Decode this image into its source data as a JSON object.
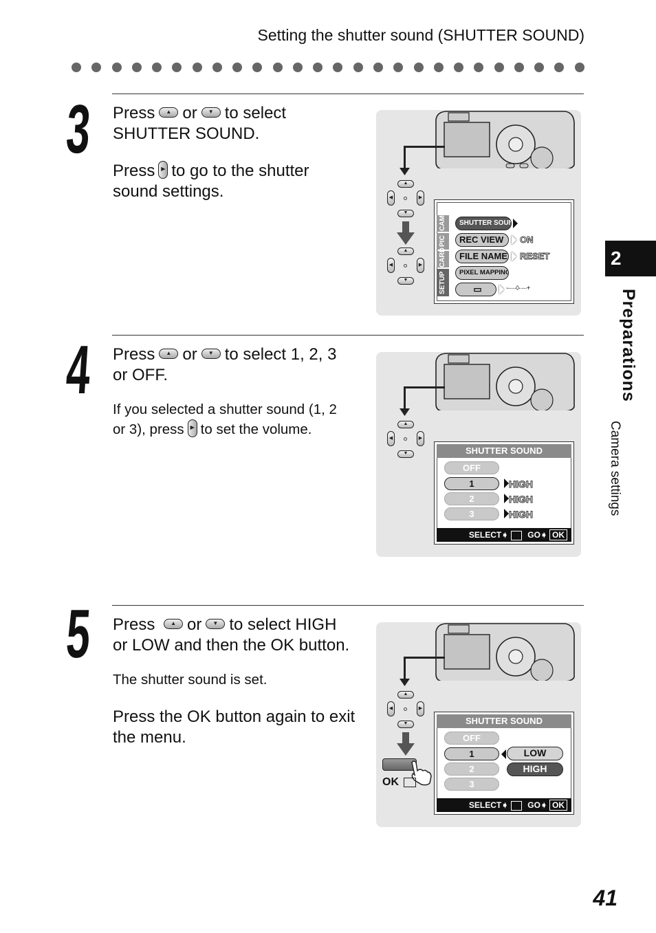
{
  "header": {
    "title": "Setting the shutter sound (SHUTTER SOUND)"
  },
  "side_tab": {
    "number": "2",
    "chapter": "Preparations",
    "section": "Camera settings"
  },
  "page_number": "41",
  "steps": [
    {
      "number": "3",
      "line1_a": "Press",
      "line1_b": "or",
      "line1_c": "to select",
      "line2": "SHUTTER SOUND.",
      "line3_a": "Press",
      "line3_b": "to go to the shutter",
      "line4": "sound settings."
    },
    {
      "number": "4",
      "line1_a": "Press",
      "line1_b": "or",
      "line1_c": "to select 1, 2, 3",
      "line2": "or OFF.",
      "note1": "If you selected a shutter sound (1, 2",
      "note2_a": "or 3), press",
      "note2_b": "to set the volume."
    },
    {
      "number": "5",
      "line1_a": "Press",
      "line1_b": "or",
      "line1_c": "to select HIGH",
      "line2": "or LOW and then the OK button.",
      "note": "The shutter sound is set.",
      "extra1": "Press the OK button again to exit",
      "extra2": "the menu."
    }
  ],
  "button_glyphs": {
    "up": "▲",
    "down": "▼",
    "right": "▶",
    "left": "◀"
  },
  "setup_menu": {
    "tabs": [
      "CAM",
      "PIC",
      "CARD",
      "SETUP"
    ],
    "items": [
      {
        "label": "SHUTTER SOUND",
        "value": ""
      },
      {
        "label": "REC VIEW",
        "value": "ON"
      },
      {
        "label": "FILE NAME",
        "value": "RESET"
      },
      {
        "label": "PIXEL MAPPING",
        "value": ""
      },
      {
        "label": "▭",
        "value": "-·····◊·····+"
      }
    ]
  },
  "shutter_menu_4": {
    "title": "SHUTTER SOUND",
    "options": [
      "OFF",
      "1",
      "2",
      "3"
    ],
    "values": [
      "HIGH",
      "HIGH",
      "HIGH"
    ],
    "bar_select": "SELECT",
    "bar_go": "GO",
    "bar_ok": "OK"
  },
  "shutter_menu_5": {
    "title": "SHUTTER SOUND",
    "options": [
      "OFF",
      "1",
      "2",
      "3"
    ],
    "choices": [
      "LOW",
      "HIGH"
    ],
    "bar_select": "SELECT",
    "bar_go": "GO",
    "bar_ok": "OK"
  },
  "ok_button_label": "OK"
}
